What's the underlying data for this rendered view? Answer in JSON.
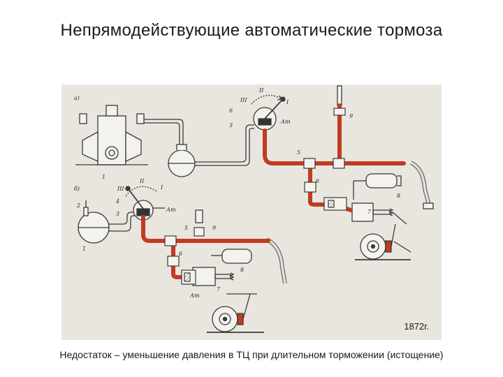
{
  "slide": {
    "title": "Непрямодействующие автоматические тормоза",
    "caption": "Недостаток – уменьшение давления в ТЦ при длительном торможении (истощение)"
  },
  "figure": {
    "year": "1872г.",
    "panel_a": "а)",
    "panel_b": "б)",
    "labels_a": {
      "I": "I",
      "II": "II",
      "III": "III",
      "At": "Ат",
      "n1": "1",
      "n3": "3",
      "n5": "5",
      "n6": "6",
      "n7": "7",
      "n8": "8",
      "n9": "9"
    },
    "labels_b": {
      "I": "I",
      "II": "II",
      "III": "III",
      "At": "Ат",
      "At2": "Ат",
      "n1": "1",
      "n2": "2",
      "n3": "3",
      "n4": "4",
      "n5": "5",
      "n6": "6",
      "n7": "7",
      "n8": "8",
      "n9": "9"
    },
    "colors": {
      "pipe": "#c23b22",
      "line": "#3a3a3a",
      "background": "#e9e6df"
    }
  }
}
